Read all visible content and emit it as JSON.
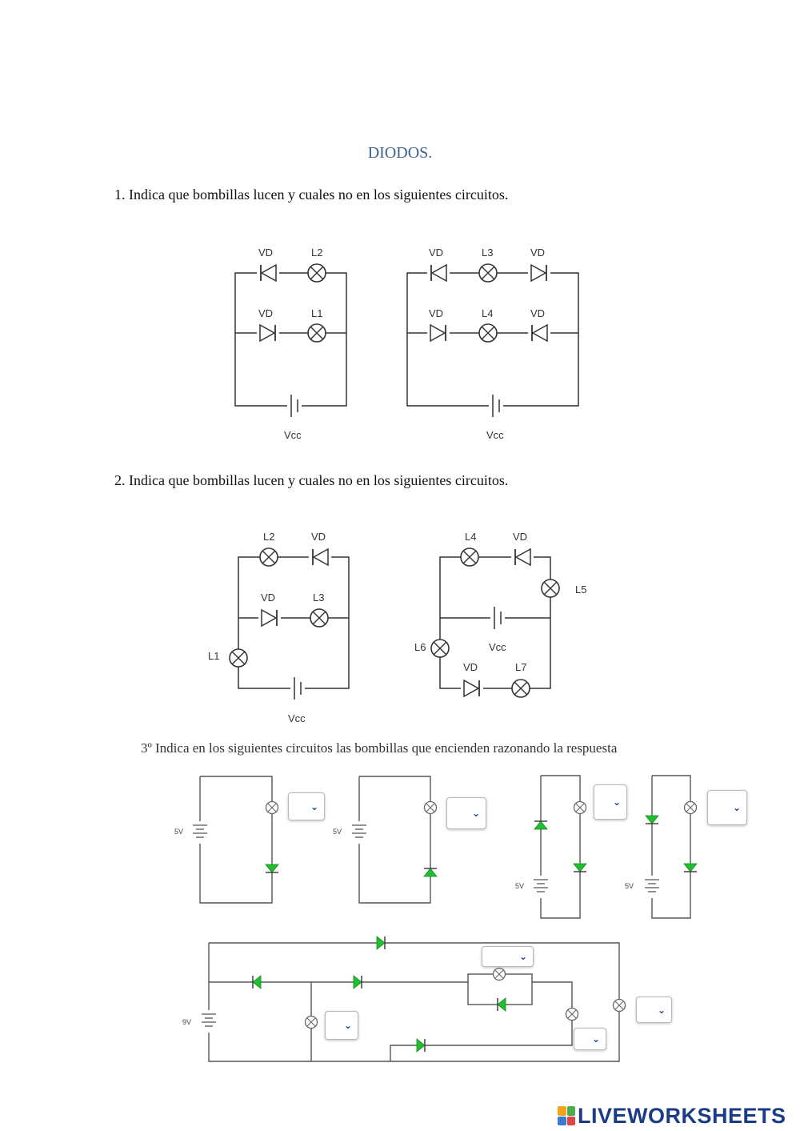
{
  "title": "DIODOS.",
  "questions": {
    "q1": "1. Indica que bombillas lucen y cuales no en los siguientes circuitos.",
    "q2": "2. Indica que bombillas lucen y cuales no en los siguientes circuitos.",
    "q3": "3º Indica en los siguientes circuitos las bombillas que encienden razonando la respuesta"
  },
  "labels": {
    "vd": "VD",
    "vcc": "Vcc",
    "l1": "L1",
    "l2": "L2",
    "l3": "L3",
    "l4": "L4",
    "l5": "L5",
    "l6": "L6",
    "l7": "L7",
    "v5": "5V",
    "v9": "9V"
  },
  "dropdown": {
    "chevron": "⌄"
  },
  "colors": {
    "title": "#3c5f8f",
    "diode_green": "#1fbf2f",
    "chevron": "#1a3c9a"
  },
  "branding": {
    "logo_text": "LIVEWORKSHEETS"
  }
}
